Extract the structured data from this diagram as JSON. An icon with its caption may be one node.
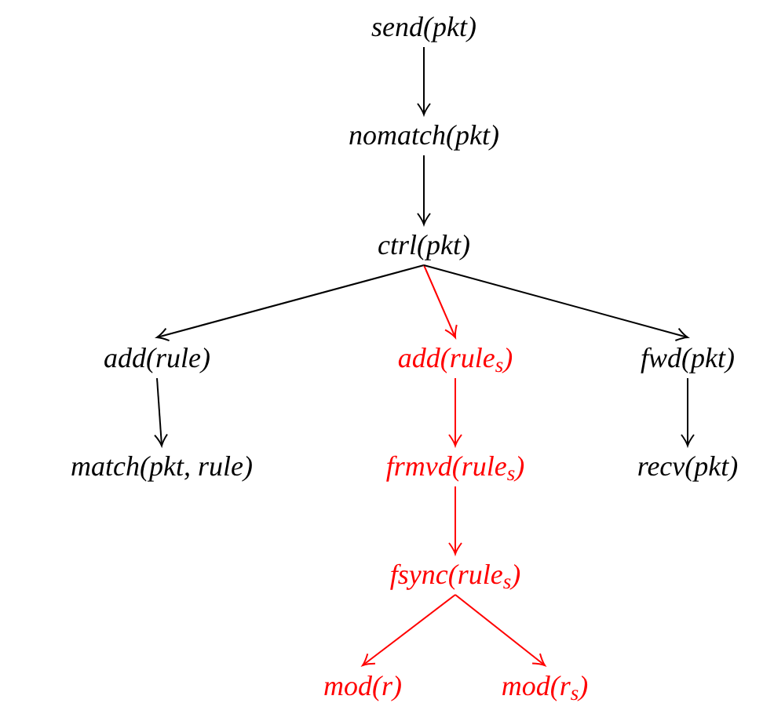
{
  "diagram": {
    "nodes": [
      {
        "text": [
          "send(pkt)"
        ]
      },
      {
        "text": [
          "nomatch(pkt)"
        ]
      },
      {
        "text": [
          "ctrl(pkt)"
        ]
      },
      {
        "text": [
          "add(rule)"
        ]
      },
      {
        "text": [
          "add(rule$_{s}$)"
        ]
      },
      {
        "text": [
          "fwd(pkt)"
        ]
      },
      {
        "text": [
          "match(pkt, rule)"
        ]
      },
      {
        "text": [
          "frmvd(rule$_{s}$)"
        ]
      },
      {
        "text": [
          "recv(pkt)"
        ]
      },
      {
        "text": [
          "fsync(rule$_{s}$)"
        ]
      },
      {
        "text": [
          "mod(r)"
        ]
      },
      {
        "text": [
          "mod(r$_{s}$)"
        ]
      }
    ],
    "edges": [
      {
        "from": 0,
        "to": 1,
        "arrow": "to"
      },
      {
        "from": 1,
        "to": 2,
        "arrow": "to"
      },
      {
        "from": 2,
        "to": 3,
        "arrow": "to"
      },
      {
        "from": 2,
        "to": 4,
        "arrow": "to",
        "color": "#ff0000"
      },
      {
        "from": 2,
        "to": 5,
        "arrow": "to"
      },
      {
        "from": 3,
        "to": 6,
        "arrow": "to"
      },
      {
        "from": 4,
        "to": 7,
        "arrow": "to",
        "color": "#ff0000"
      },
      {
        "from": 5,
        "to": 8,
        "arrow": "to"
      },
      {
        "from": 7,
        "to": 9,
        "arrow": "to",
        "color": "#ff0000"
      },
      {
        "from": 9,
        "to": 10,
        "arrow": "to",
        "color": "#ff0000"
      },
      {
        "from": 9,
        "to": 11,
        "arrow": "to",
        "color": "#ff0000"
      }
    ]
  }
}
